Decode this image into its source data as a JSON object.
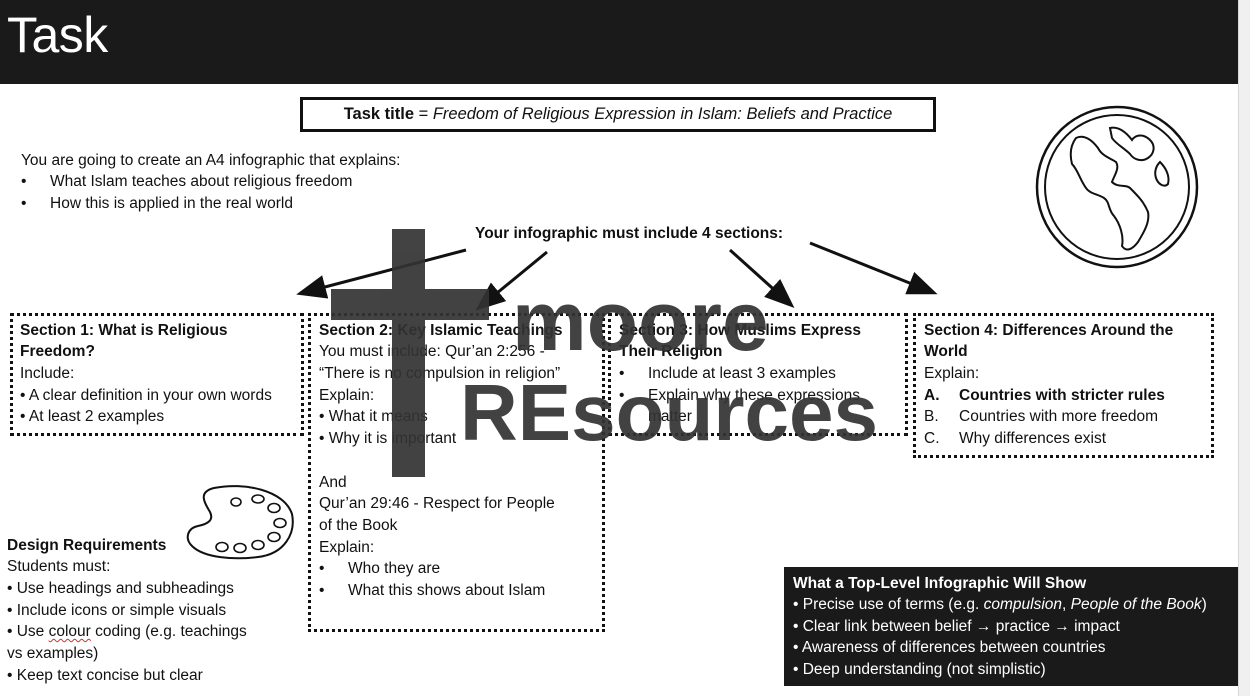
{
  "header": {
    "title": "Task"
  },
  "task_title": {
    "label": "Task title",
    "equals": " = ",
    "value": "Freedom of Religious Expression in Islam: Beliefs and Practice"
  },
  "intro": {
    "text": "You are going to create an A4 infographic that explains:",
    "bullets": [
      "What Islam teaches about religious freedom",
      "How this is applied in the real world"
    ]
  },
  "sections_heading": "Your infographic must include 4 sections:",
  "section1": {
    "title_line1": "Section 1: What is Religious",
    "title_line2": "Freedom?",
    "include": "Include:",
    "items": [
      "• A clear definition in your own words",
      "• At least 2 examples"
    ]
  },
  "section2": {
    "title": "Section 2: Key Islamic Teachings",
    "line1": "You must include: Qur’an 2:256 -",
    "line2": "“There is no compulsion in religion”",
    "explain1": "Explain:",
    "items1": [
      "• What it means",
      "• Why it is important"
    ],
    "and": "And",
    "line3": "Qur’an 29:46 - Respect for People",
    "line4": "of the Book",
    "explain2": "Explain:",
    "items2": [
      "Who they are",
      "What this shows about Islam"
    ]
  },
  "section3": {
    "title_line1": "Section 3: How Muslims Express",
    "title_line2": "Their Religion",
    "items": [
      "Include at least 3 examples",
      "Explain why these expressions",
      "matter"
    ]
  },
  "section4": {
    "title_line1": "Section 4: Differences Around the",
    "title_line2": "World",
    "explain": "Explain:",
    "markers": [
      "A.",
      "B.",
      "C."
    ],
    "items": [
      "Countries with stricter rules",
      "Countries with more freedom",
      "Why differences exist"
    ]
  },
  "design": {
    "title": "Design Requirements",
    "intro": "Students must:",
    "items": [
      "• Use headings and subheadings",
      "• Include icons or simple visuals"
    ],
    "colour_pre": "• Use ",
    "colour_word": "colour",
    "colour_post": " coding (e.g. teachings",
    "colour_cont": "vs examples)",
    "last": "• Keep text concise but clear"
  },
  "top_level": {
    "title": "What a Top-Level Infographic Will Show",
    "b1_pre": "• Precise use of terms (e.g. ",
    "b1_term1": "compulsion",
    "b1_sep": ", ",
    "b1_term2": "People of the Book",
    "b1_post": ")",
    "b2": "• Clear link between belief → practice → impact",
    "b3": "• Awareness of differences between countries",
    "b4": "• Deep understanding (not simplistic)"
  },
  "watermark": {
    "line1": "moore",
    "line2": "REsources"
  },
  "icons": [
    "globe-icon",
    "palette-icon",
    "cross-icon"
  ],
  "colors": {
    "header_bg": "#1a1a1a",
    "dark_box_bg": "#1a1a1a",
    "watermark": "#333333"
  }
}
